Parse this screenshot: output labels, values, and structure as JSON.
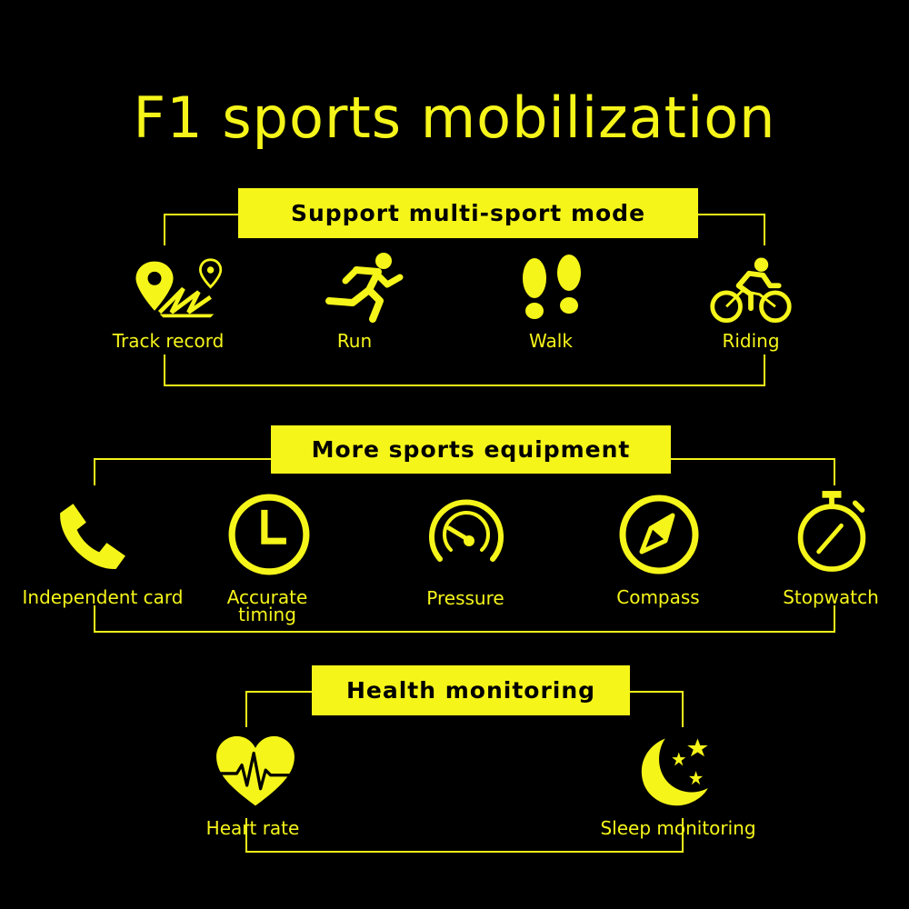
{
  "title": "F1 sports mobilization",
  "colors": {
    "accent": "#F5F51A",
    "background": "#000000"
  },
  "sections": [
    {
      "header": "Support multi-sport mode",
      "items": [
        {
          "label": "Track record",
          "icon": "route-pin-icon"
        },
        {
          "label": "Run",
          "icon": "runner-icon"
        },
        {
          "label": "Walk",
          "icon": "footprints-icon"
        },
        {
          "label": "Riding",
          "icon": "cyclist-icon"
        }
      ]
    },
    {
      "header": "More sports equipment",
      "items": [
        {
          "label": "Independent card",
          "icon": "phone-icon"
        },
        {
          "label": "Accurate",
          "label2": "timing",
          "icon": "clock-icon"
        },
        {
          "label": "Pressure",
          "icon": "gauge-icon"
        },
        {
          "label": "Compass",
          "icon": "compass-icon"
        },
        {
          "label": "Stopwatch",
          "icon": "stopwatch-icon"
        }
      ]
    },
    {
      "header": "Health monitoring",
      "items": [
        {
          "label": "Heart rate",
          "icon": "heart-pulse-icon"
        },
        {
          "label": "Sleep monitoring",
          "icon": "moon-stars-icon"
        }
      ]
    }
  ]
}
